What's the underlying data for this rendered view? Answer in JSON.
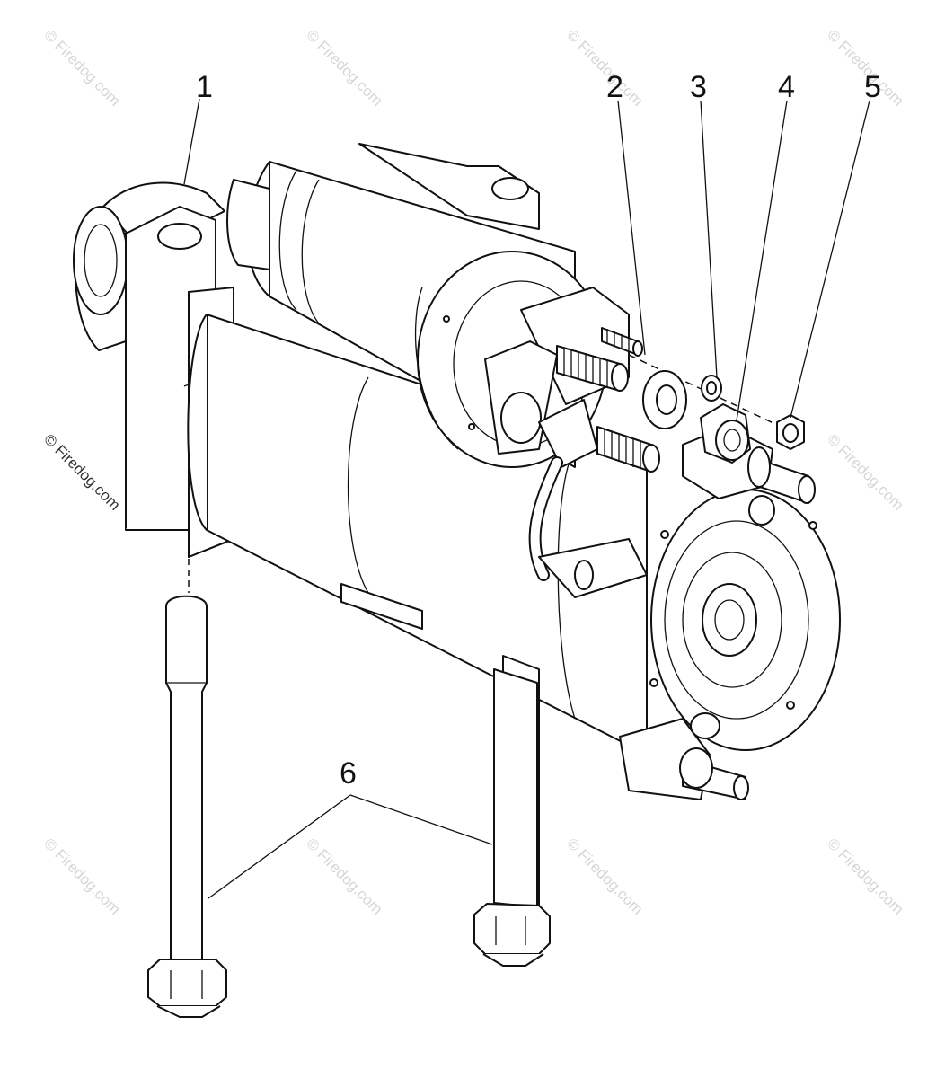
{
  "diagram": {
    "callouts": [
      "1",
      "2",
      "3",
      "4",
      "5",
      "6"
    ],
    "watermark": "© Firedog.com",
    "side_watermark": "© Firedog.com"
  }
}
